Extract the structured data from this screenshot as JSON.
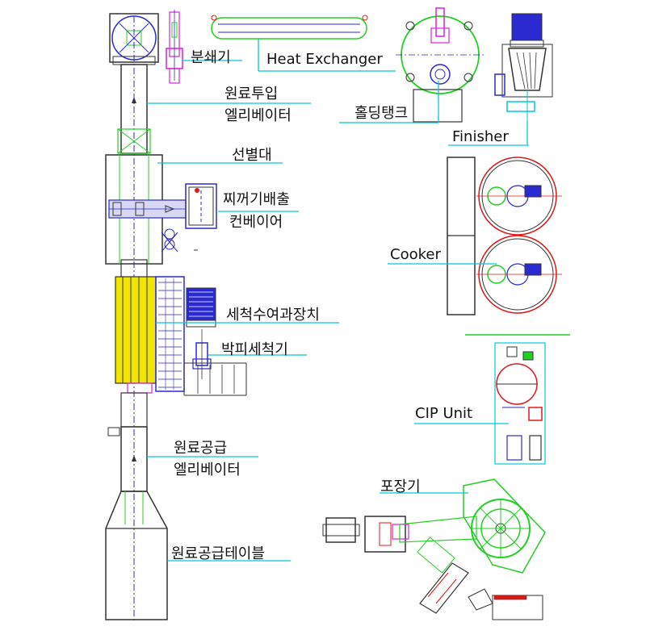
{
  "colors": {
    "frame": "#3a3aa8",
    "equip_blue": "#2a2ad0",
    "green": "#22d022",
    "cyan": "#00c8e0",
    "red": "#e01818",
    "magenta": "#e020e0",
    "yellow": "#f2e600",
    "dark_gray": "#333333",
    "leader": "#00c8e0"
  },
  "labels": {
    "crusher": "분쇄기",
    "heat_exchanger": "Heat Exchanger",
    "holding_tank": "홀딩탱크",
    "finisher": "Finisher",
    "feed_elevator_line1": "원료투입",
    "feed_elevator_line2": "엘리베이터",
    "sorting_table": "선별대",
    "residue_conveyor_line1": "찌꺼기배출",
    "residue_conveyor_line2": "컨베이어",
    "cooker": "Cooker",
    "wash_water_filter": "세척수여과장치",
    "peel_washer": "박피세척기",
    "cip_unit": "CIP Unit",
    "supply_elevator_line1": "원료공급",
    "supply_elevator_line2": "엘리베이터",
    "packing_machine": "포장기",
    "supply_table": "원료공급테이블"
  }
}
